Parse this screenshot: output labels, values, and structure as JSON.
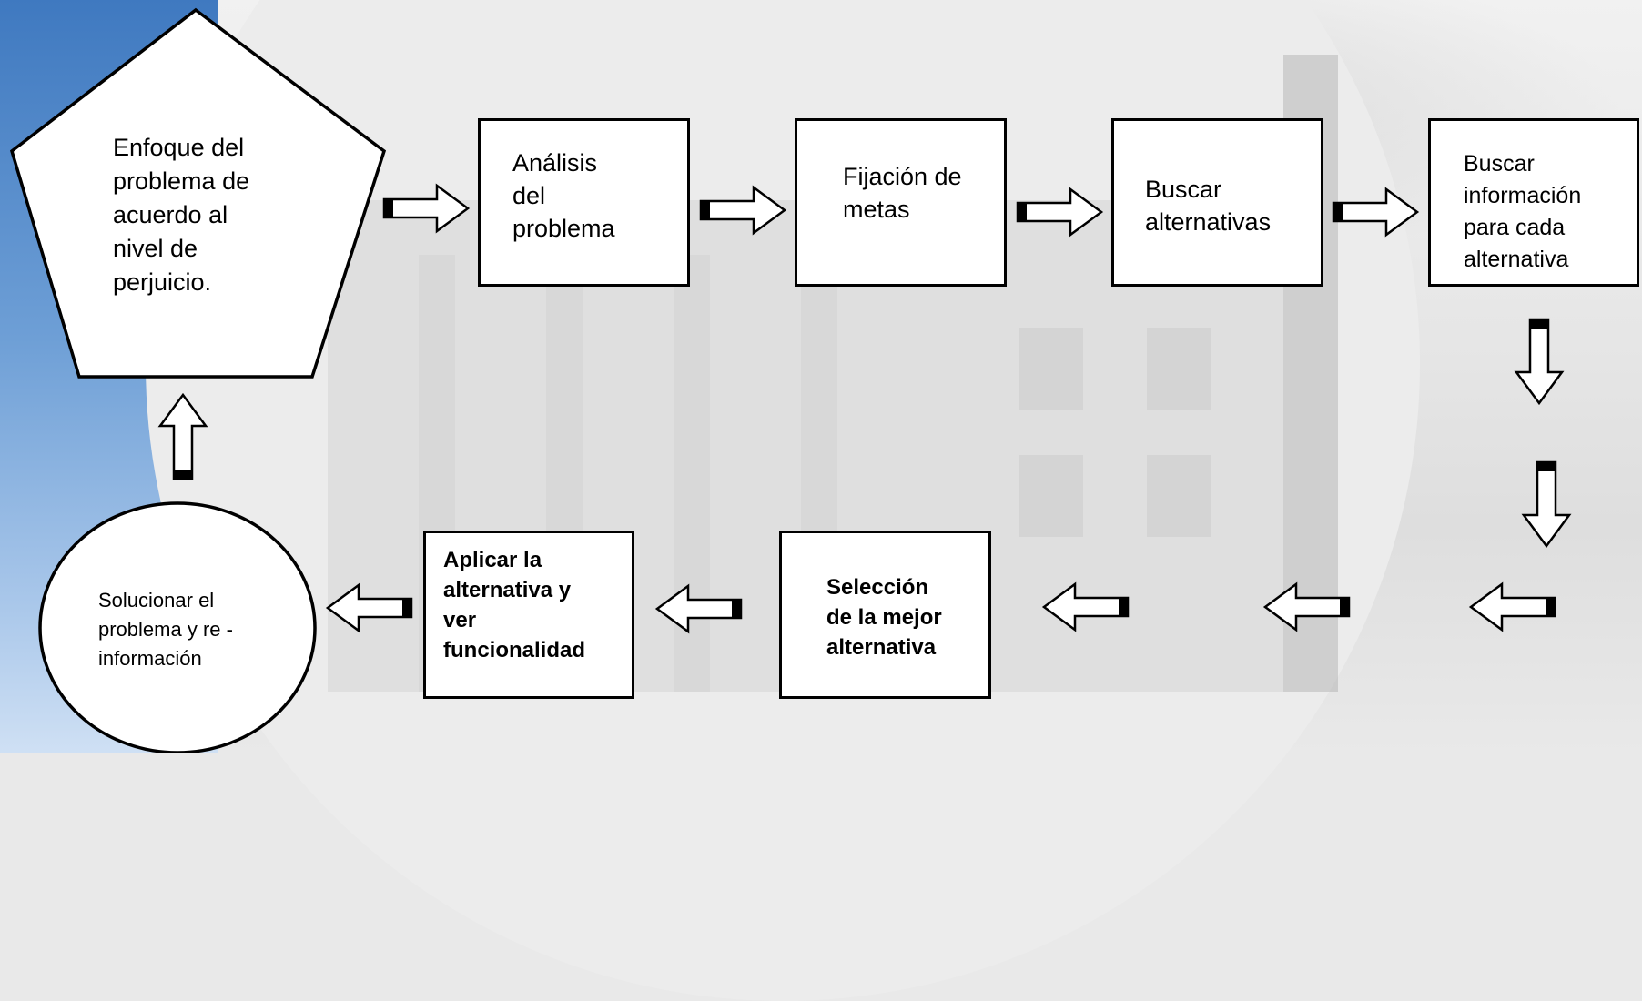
{
  "diagram": {
    "start_node": "Enfoque del\nproblema de\nacuerdo al\nnivel de\nperjuicio.",
    "steps_top": [
      "Análisis\ndel\nproblema",
      "Fijación de\nmetas",
      "Buscar\nalternativas",
      "Buscar\ninformación\npara cada\nalternativa"
    ],
    "steps_bottom": [
      "Selección\nde la mejor\nalternativa",
      "Aplicar la\nalternativa y\nver\nfuncionalidad"
    ],
    "end_node": "Solucionar el\nproblema y re -\ninformación"
  }
}
